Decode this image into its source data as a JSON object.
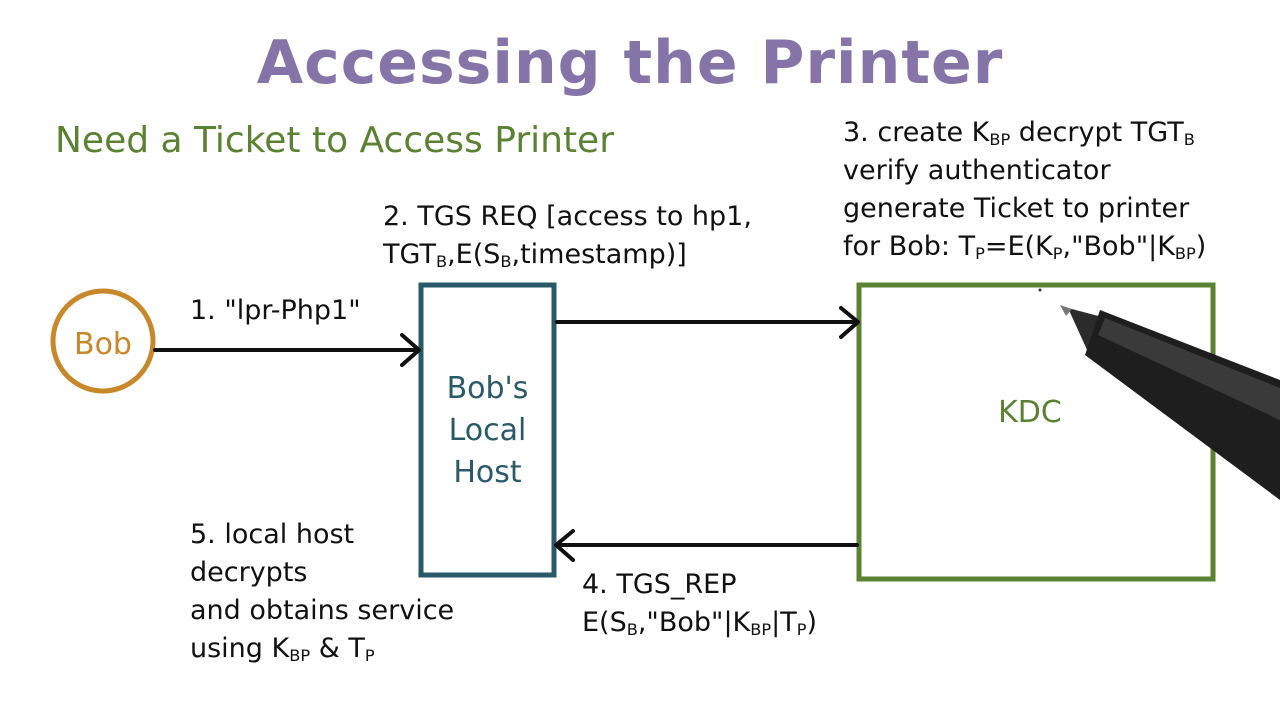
{
  "title": "Accessing the Printer",
  "subtitle": "Need a Ticket to Access Printer",
  "nodes": {
    "bob": "Bob",
    "local_host": [
      "Bob's",
      "Local",
      "Host"
    ],
    "kdc": "KDC"
  },
  "steps": {
    "step1": "1. \"lpr-Php1\"",
    "step2": {
      "line1": "2. TGS REQ [access to hp1,",
      "line2_parts": [
        "TGT",
        "B",
        ",E(S",
        "B",
        ",timestamp)]"
      ]
    },
    "step3": {
      "line1_parts": [
        "3. create K",
        "BP",
        " decrypt TGT",
        "B"
      ],
      "line2": "verify authenticator",
      "line3": "generate Ticket to printer",
      "line4_parts": [
        "for Bob: T",
        "P",
        "=E(K",
        "P",
        ",\"Bob\"|K",
        "BP",
        ")"
      ]
    },
    "step4": {
      "line1": "4. TGS_REP",
      "line2_parts": [
        "E(S",
        "B",
        ",\"Bob\"|K",
        "BP",
        "|T",
        "P",
        ")"
      ]
    },
    "step5": {
      "line1": "5. local host",
      "line2": "decrypts",
      "line3": "and obtains service",
      "line4_parts": [
        "using K",
        "BP",
        " & T",
        "P"
      ]
    }
  },
  "colors": {
    "title": "#8474a8",
    "subtitle": "#5a8232",
    "bob": "#c8882a",
    "local_host": "#2a5a6a",
    "kdc": "#5a8232",
    "arrow": "#111111"
  }
}
